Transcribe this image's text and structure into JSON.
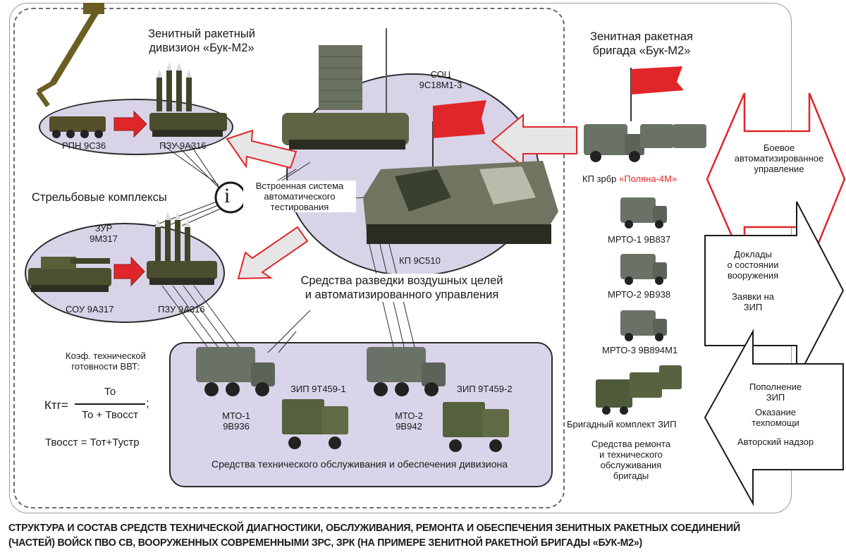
{
  "division": {
    "title_line1": "Зенитный  ракетный",
    "title_line2": "дивизион  «Бук-М2»",
    "rpn": "РПН 9С36",
    "pzu_top": "ПЗУ 9А316",
    "firing_complexes": "Стрельбовые комплексы",
    "zur_line1": "ЗУР",
    "zur_line2": "9М317",
    "sou": "СОУ 9А317",
    "pzu_bottom": "ПЗУ 9А316",
    "soc_line1": "СОЦ",
    "soc_line2": "9С18М1-3",
    "kp": "КП 9С510",
    "bits_line1": "Встроенная система",
    "bits_line2": "автоматического",
    "bits_line3": "тестирования",
    "recon_line1": "Средства разведки воздушных целей",
    "recon_line2": "и автоматизированного управления",
    "info_glyph": "i"
  },
  "readiness": {
    "heading_line1": "Коэф. технической",
    "heading_line2": "готовности ВВТ:",
    "k_label": "Ктг=",
    "numerator": "То",
    "denominator": "То   + Твосст",
    "semicolon": ";",
    "t_formula": "Твосст  = Тот+Тустр"
  },
  "maintenance": {
    "mto1_line1": "МТО-1",
    "mto1_line2": "9В936",
    "zip1": "ЗИП 9Т459-1",
    "mto2_line1": "МТО-2",
    "mto2_line2": "9В942",
    "zip2": "ЗИП 9Т459-2",
    "box_label": "Средства технического обслуживания и обеспечения дивизиона"
  },
  "brigade": {
    "title_line1": "Зенитная  ракетная",
    "title_line2": "бригада  «Бук-М2»",
    "kp_prefix": "КП зрбр ",
    "kp_name": "«Поляна-4М»",
    "mrto1": "МРТО-1 9В837",
    "mrto2": "МРТО-2 9В938",
    "mrto3": "МРТО-3 9В894М1",
    "zip_complex": "Бригадный комплект ЗИП",
    "repair_line1": "Средства ремонта",
    "repair_line2": "и технического",
    "repair_line3": "обслуживания",
    "repair_line4": "бригады"
  },
  "arrows": {
    "combat_line1": "Боевое",
    "combat_line2": "автоматизированное",
    "combat_line3": "управление",
    "reports_line1": "Доклады",
    "reports_line2": "о состоянии",
    "reports_line3": "вооружения",
    "requests_line1": "Заявки на",
    "requests_line2": "ЗИП",
    "replenish_line1": "Пополнение",
    "replenish_line2": "ЗИП",
    "assist_line1": "Оказание",
    "assist_line2": "техпомощи",
    "supervision": "Авторский надзор"
  },
  "caption": {
    "line1": "СТРУКТУРА И СОСТАВ СРЕДСТВ ТЕХНИЧЕСКОЙ ДИАГНОСТИКИ, ОБСЛУЖИВАНИЯ, РЕМОНТА И ОБЕСПЕЧЕНИЯ ЗЕНИТНЫХ РАКЕТНЫХ СОЕДИНЕНИЙ",
    "line2": "(ЧАСТЕЙ) ВОЙСК ПВО СВ, ВООРУЖЕННЫХ СОВРЕМЕННЫМИ ЗРС, ЗРК (НА ПРИМЕРЕ ЗЕНИТНОЙ РАКЕТНОЙ БРИГАДЫ «БУК-М2»)"
  },
  "colors": {
    "accent_red": "#e0262a",
    "ellipse_fill": "#d9d3e8",
    "arrow_gray": "#e6e6e6"
  }
}
